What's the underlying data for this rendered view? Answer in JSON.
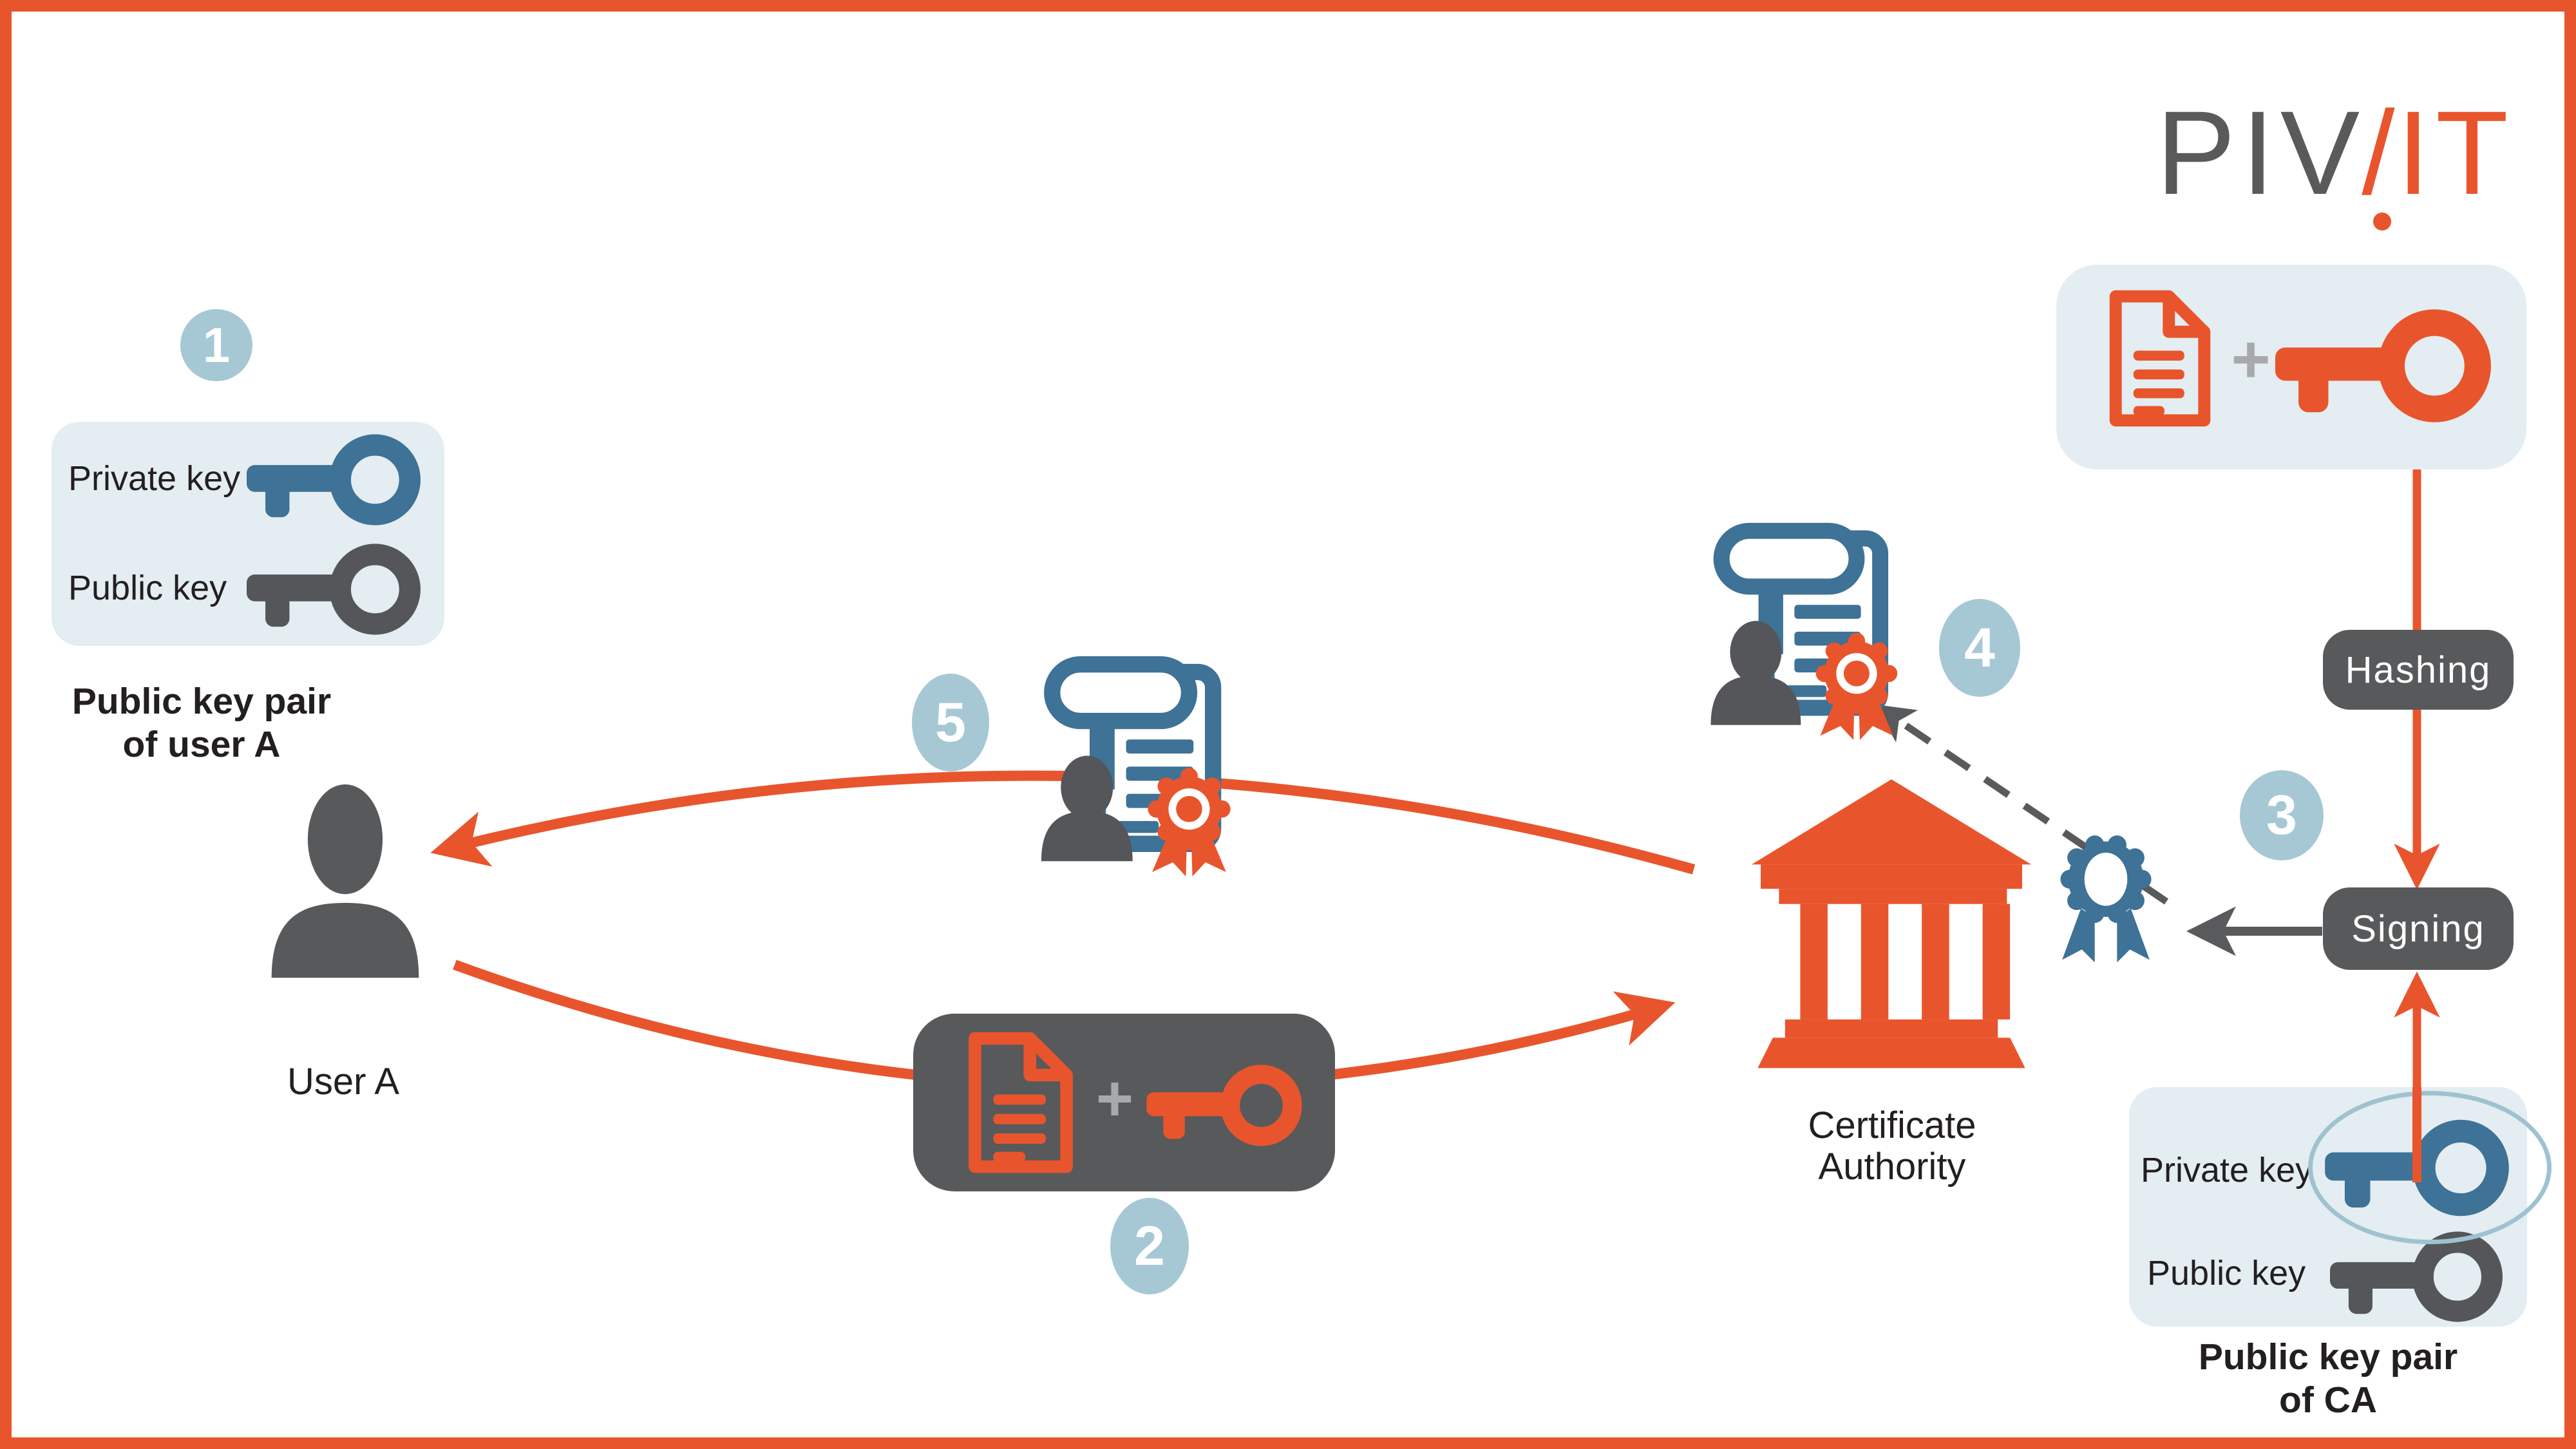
{
  "colors": {
    "orange": "#e8552d",
    "dark_gray": "#58595b",
    "steel_blue": "#3e7296",
    "badge_blue": "#a6c8d5",
    "panel_blue": "#e4edf1",
    "plus_gray": "#a7a9ac",
    "text": "#231f20",
    "highlight_ring": "#9fc2d0",
    "logo_gray": "#595a5c"
  },
  "logo": {
    "gray": "PIV",
    "slash": "/",
    "orange": "IT"
  },
  "badges": {
    "s1": "1",
    "s2": "2",
    "s3": "3",
    "s4": "4",
    "s5": "5"
  },
  "user_key_panel": {
    "private_label": "Private key",
    "public_label": "Public key",
    "caption_line1": "Public key pair",
    "caption_line2": "of user A"
  },
  "user_a": {
    "label": "User A"
  },
  "request_box": {
    "plus": "+"
  },
  "ca": {
    "label_line1": "Certificate",
    "label_line2": "Authority"
  },
  "pipeline": {
    "hashing": "Hashing",
    "signing": "Signing"
  },
  "ca_input_box": {
    "plus": "+"
  },
  "ca_key_panel": {
    "private_label": "Private key",
    "public_label": "Public key",
    "caption_line1": "Public key pair",
    "caption_line2": "of CA"
  },
  "icons": {
    "key": "key-icon",
    "document": "document-icon",
    "person": "user-icon",
    "bank": "bank-building-icon",
    "certificate": "certificate-icon",
    "seal": "award-seal-icon",
    "plus": "plus-icon"
  }
}
